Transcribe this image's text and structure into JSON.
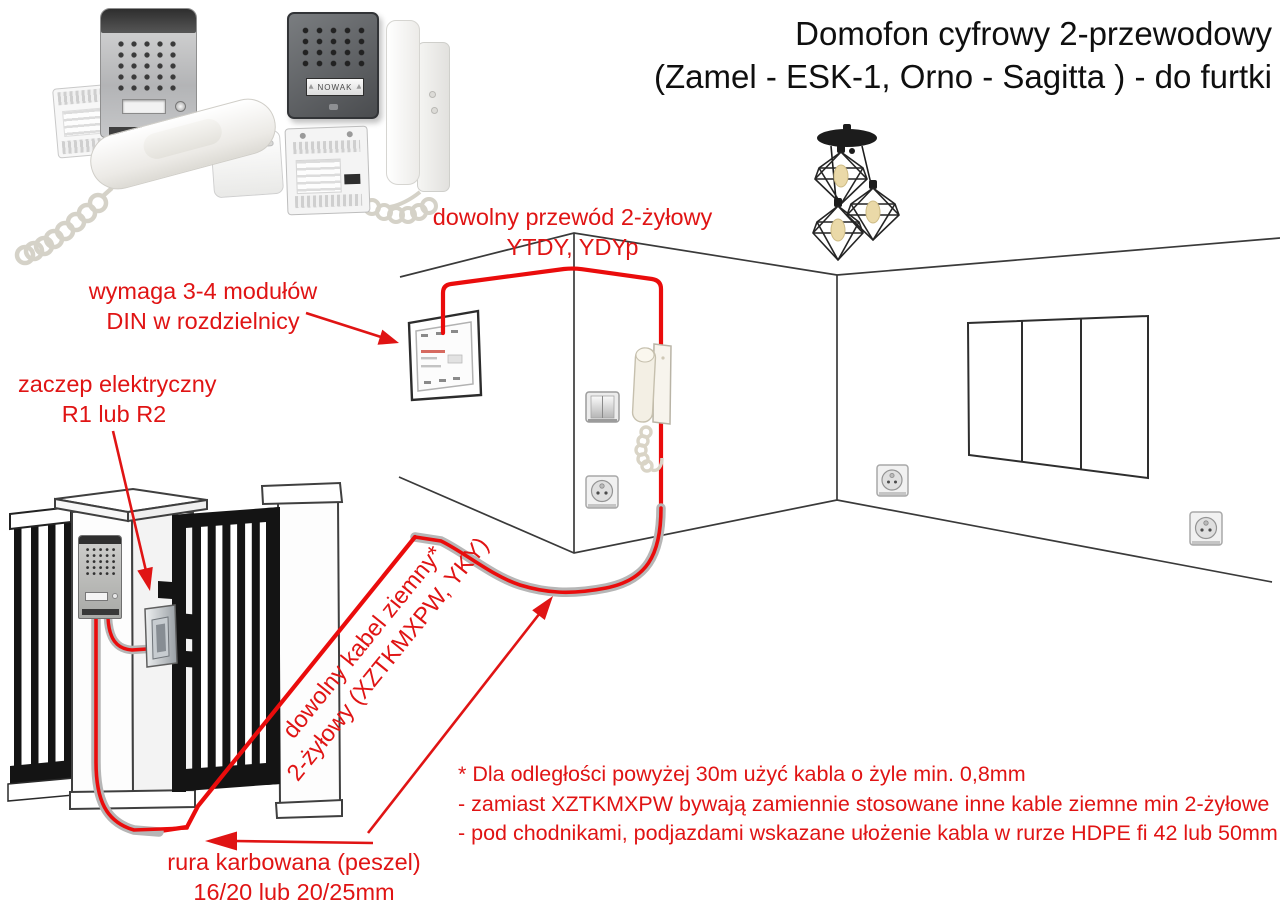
{
  "title": {
    "line1": "Domofon cyfrowy 2-przewodowy",
    "line2": "(Zamel - ESK-1, Orno - Sagitta ) - do furtki"
  },
  "annotations": {
    "indoor_wire": {
      "line1": "dowolny przewód 2-żyłowy",
      "line2": "YTDY, YDYp"
    },
    "din_modules": {
      "line1": "wymaga 3-4 modułów",
      "line2": "DIN w rozdzielnicy"
    },
    "electric_strike": {
      "line1": "zaczep elektryczny",
      "line2": "R1 lub R2"
    },
    "ground_cable": {
      "line1": "dowolny kabel ziemny*",
      "line2": "2-żyłowy (XZTKMXPW, YKY)"
    },
    "corrugated_conduit": {
      "line1": "rura karbowana (peszel)",
      "line2": "16/20 lub 20/25mm"
    }
  },
  "footnotes": {
    "line1": "* Dla odległości powyżej 30m użyć kabla o żyle min. 0,8mm",
    "line2": "- zamiast XZTKMXPW bywają zamiennie stosowane inne kable ziemne min 2-żyłowe",
    "line3": "- pod chodnikami, podjazdami wskazane ułożenie kabla w rurze HDPE fi 42 lub 50mm"
  },
  "photos": {
    "nameplate_label": "NOWAK"
  },
  "colors": {
    "annotation_red": "#e01414",
    "cable_red": "#ea0c0c",
    "conduit_gray": "#b6b6b6",
    "line_dark": "#3a3a3a"
  }
}
